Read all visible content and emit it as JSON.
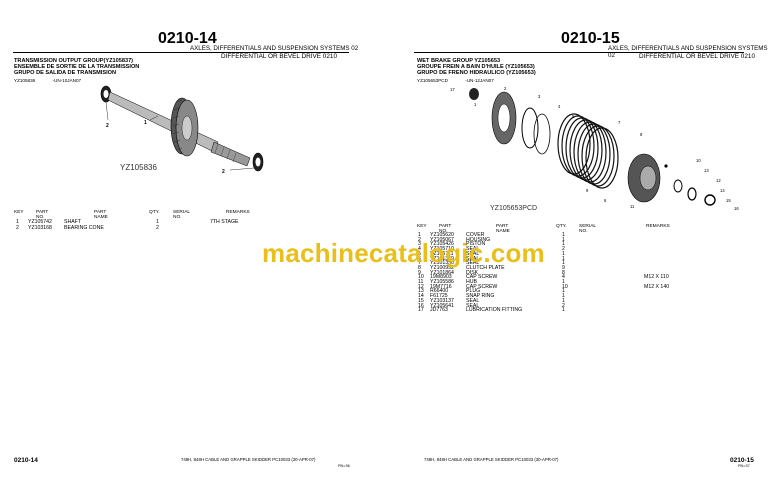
{
  "watermark": "machinecatalogic.com",
  "left": {
    "page_number": "0210-14",
    "section": "AXLES, DIFFERENTIALS AND SUSPENSION SYSTEMS    02",
    "subsection": "DIFFERENTIAL OR BEVEL DRIVE 0210",
    "group_title": [
      "TRANSMISSION OUTPUT GROUP(YZ105837)",
      "ENSEMBLE DE SORTIE DE LA TRANSMISSION",
      "GRUPO DE SALIDA DE TRANSMISION"
    ],
    "fig_id": "YZ105836",
    "fig_code": "-UN-10JAN07",
    "fig_caption": "YZ105836",
    "callouts": [
      "1",
      "2",
      "2"
    ],
    "headers": [
      "KEY",
      "PART NO.",
      "PART NAME",
      "QTY.",
      "SERIAL NO.",
      "REMARKS"
    ],
    "rows": [
      {
        "key": "1",
        "part": "YZ105742",
        "name": "SHAFT",
        "qty": "1",
        "serial": "",
        "remarks": "7TH STAGE"
      },
      {
        "key": "2",
        "part": "YZ103168",
        "name": "BEARING CONE",
        "qty": "2",
        "serial": "",
        "remarks": ""
      }
    ],
    "footer_page": "0210-14",
    "footer_doc": "748H, 848H CABLE AND GRAPPLE SKIDDER   PC10033    (30-APR-07)",
    "footer_small": "PN=36"
  },
  "right": {
    "page_number": "0210-15",
    "section": "AXLES, DIFFERENTIALS AND SUSPENSION SYSTEMS    02",
    "subsection": "DIFFERENTIAL OR BEVEL DRIVE 0210",
    "group_title": [
      "WET BRAKE GROUP YZ105653",
      "GROUPE FREIN A BAIN D'HUILE (YZ105653)",
      "GRUPO DE FRENO HIDRAULICO (YZ105653)"
    ],
    "fig_id": "YZ105653PCD",
    "fig_code": "-UN-12JAN07",
    "fig_caption": "YZ105653PCD",
    "callouts": [
      "1",
      "2",
      "3",
      "4",
      "5",
      "6",
      "7",
      "8",
      "9",
      "10",
      "11",
      "12",
      "13",
      "14",
      "15",
      "16",
      "17"
    ],
    "headers": [
      "KEY",
      "PART NO.",
      "PART NAME",
      "QTY.",
      "SERIAL NO.",
      "REMARKS"
    ],
    "rows": [
      {
        "key": "1",
        "part": "YZ105620",
        "name": "COVER",
        "qty": "1",
        "serial": "",
        "remarks": ""
      },
      {
        "key": "2",
        "part": "YZ105067",
        "name": "HOUSING",
        "qty": "1",
        "serial": "",
        "remarks": ""
      },
      {
        "key": "3",
        "part": "YZ105426",
        "name": "PISTON",
        "qty": "1",
        "serial": "",
        "remarks": ""
      },
      {
        "key": "4",
        "part": "YZ105710",
        "name": "SEAL",
        "qty": "2",
        "serial": "",
        "remarks": ""
      },
      {
        "key": "5",
        "part": "YZ105711",
        "name": "SEAL",
        "qty": "1",
        "serial": "",
        "remarks": ""
      },
      {
        "key": "6",
        "part": "YZ101349",
        "name": "SEAL",
        "qty": "1",
        "serial": "",
        "remarks": ""
      },
      {
        "key": "7",
        "part": "YZ101350",
        "name": "SEAL",
        "qty": "1",
        "serial": "",
        "remarks": ""
      },
      {
        "key": "8",
        "part": "YZ100952",
        "name": "CLUTCH PLATE",
        "qty": "9",
        "serial": "",
        "remarks": ""
      },
      {
        "key": "9",
        "part": "YZ101864",
        "name": "DISK",
        "qty": "8",
        "serial": "",
        "remarks": ""
      },
      {
        "key": "10",
        "part": "19M8903",
        "name": "CAP SCREW",
        "qty": "4",
        "serial": "",
        "remarks": "M12 X 110"
      },
      {
        "key": "11",
        "part": "YZ105586",
        "name": "HUB",
        "qty": "1",
        "serial": "",
        "remarks": ""
      },
      {
        "key": "12",
        "part": "19M7716",
        "name": "CAP SCREW",
        "qty": "10",
        "serial": "",
        "remarks": "M12 X 140"
      },
      {
        "key": "13",
        "part": "R66400",
        "name": "PLUG",
        "qty": "1",
        "serial": "",
        "remarks": ""
      },
      {
        "key": "14",
        "part": "F61725",
        "name": "SNAP RING",
        "qty": "1",
        "serial": "",
        "remarks": ""
      },
      {
        "key": "15",
        "part": "YZ103137",
        "name": "SEAL",
        "qty": "1",
        "serial": "",
        "remarks": ""
      },
      {
        "key": "16",
        "part": "YZ105641",
        "name": "SEAL",
        "qty": "2",
        "serial": "",
        "remarks": ""
      },
      {
        "key": "17",
        "part": "JD7763",
        "name": "LUBRICATION FITTING",
        "qty": "1",
        "serial": "",
        "remarks": ""
      }
    ],
    "footer_page": "0210-15",
    "footer_doc": "748H, 848H CABLE AND GRAPPLE SKIDDER   PC10033    (30-APR-07)",
    "footer_small": "PN=37"
  }
}
